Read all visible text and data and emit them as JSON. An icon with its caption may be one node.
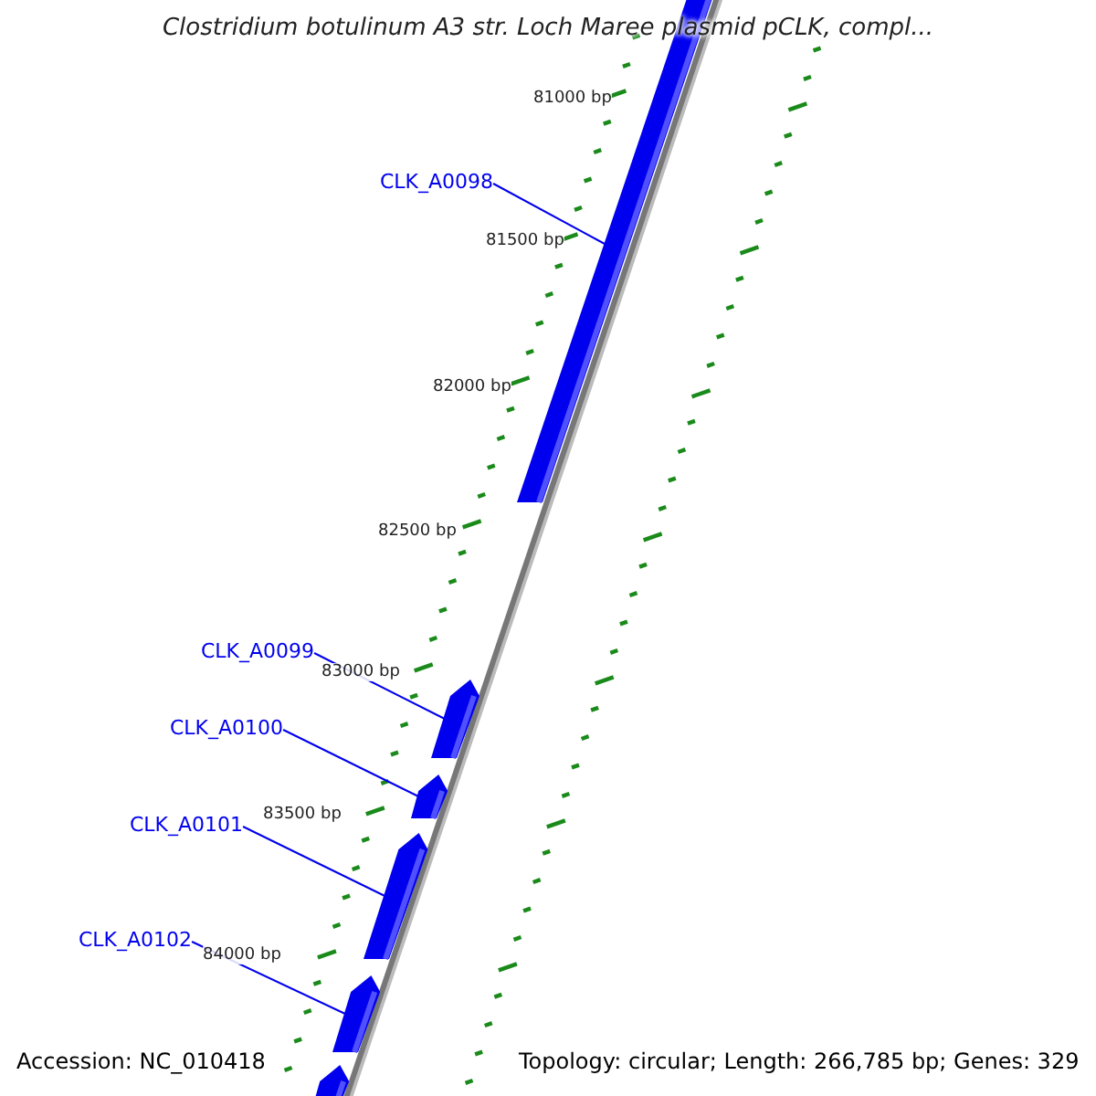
{
  "diagram": {
    "title": "Clostridium botulinum A3 str. Loch Maree plasmid pCLK, compl...",
    "nodes": [
      {
        "text": [
          "CLK_A0098"
        ]
      },
      {
        "text": [
          "CLK_A0099"
        ]
      },
      {
        "text": [
          "CLK_A0100"
        ]
      },
      {
        "text": [
          "CLK_A0101"
        ]
      },
      {
        "text": [
          "CLK_A0102"
        ]
      },
      {
        "text": [],
        "shape": "bar"
      },
      {
        "text": [],
        "shape": "arrow"
      },
      {
        "text": [],
        "shape": "arrow"
      },
      {
        "text": [],
        "shape": "arrow"
      },
      {
        "text": [],
        "shape": "arrow"
      },
      {
        "text": [],
        "shape": "arrow"
      }
    ],
    "edges": [
      {
        "from": 0,
        "to": 5,
        "arrow": "none"
      },
      {
        "from": 1,
        "to": 6,
        "arrow": "none"
      },
      {
        "from": 2,
        "to": 7,
        "arrow": "none"
      },
      {
        "from": 3,
        "to": 8,
        "arrow": "none"
      },
      {
        "from": 4,
        "to": 9,
        "arrow": "none"
      }
    ],
    "labels": [
      "81000 bp",
      "81500 bp",
      "82000 bp",
      "82500 bp",
      "83000 bp",
      "83500 bp",
      "84000 bp",
      "Accession: NC_010418",
      "Topology: circular; Length: 266,785 bp; Genes: 329"
    ]
  }
}
